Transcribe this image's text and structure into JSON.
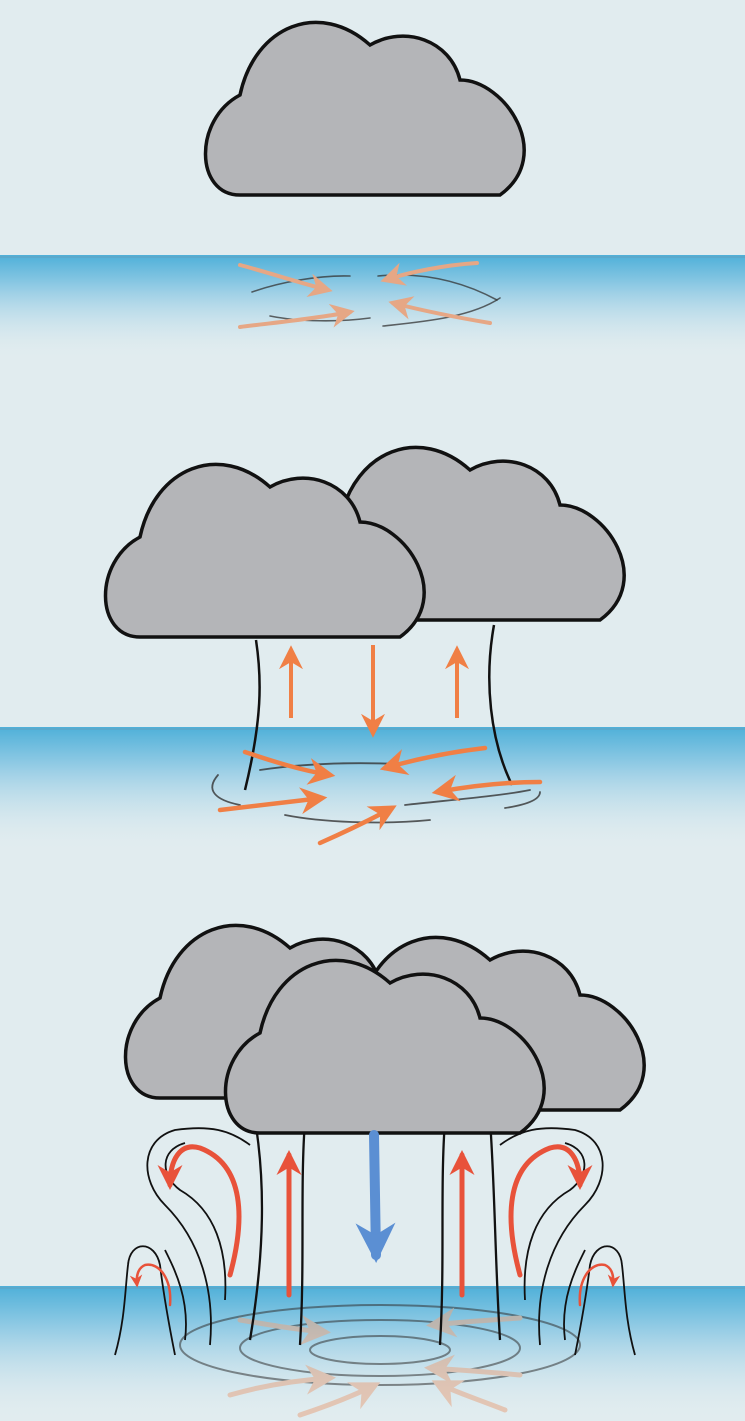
{
  "diagram": {
    "background_color": "#e1ecef",
    "ocean_color": "#5fb3d6",
    "cloud_fill": "#b4b5b8",
    "cloud_stroke": "#111111",
    "stages": [
      {
        "name": "stage-1-single-cloud",
        "clouds": 1,
        "surface_inflow": "faint",
        "updrafts": 0,
        "downdraft": false
      },
      {
        "name": "stage-2-cloud-cluster",
        "clouds": 2,
        "surface_inflow": "strong",
        "updrafts": 2,
        "downdraft": true
      },
      {
        "name": "stage-3-mature-cluster",
        "clouds": 3,
        "surface_inflow": "faint",
        "updrafts": 2,
        "downdraft": true,
        "outflow_loops": 4
      }
    ],
    "arrow_colors": {
      "inflow_faint": "#e6a785",
      "inflow": "#f07f45",
      "updraft": "#e8523a",
      "downdraft": "#5b8fd3"
    }
  }
}
